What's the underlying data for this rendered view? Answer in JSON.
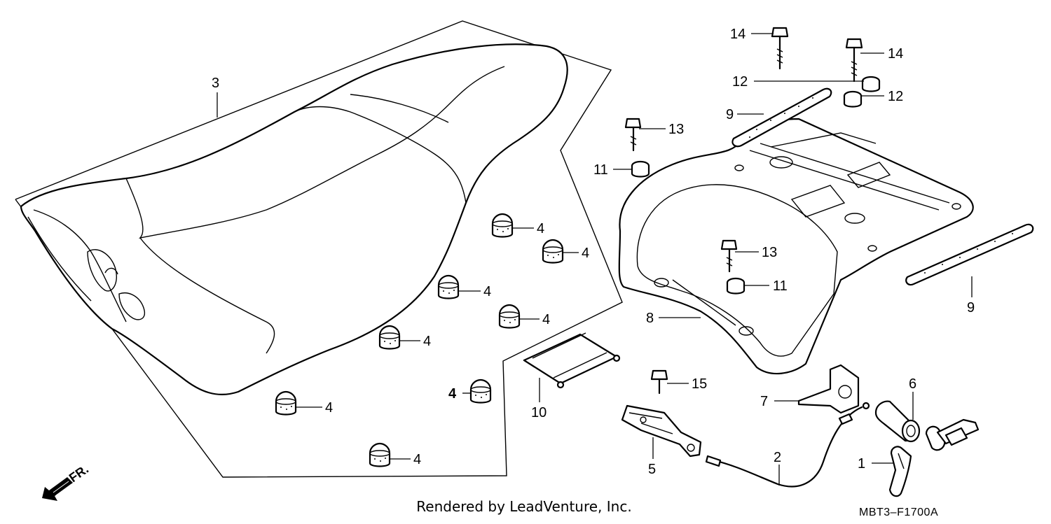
{
  "callouts": [
    {
      "id": "c3",
      "text": "3"
    },
    {
      "id": "c14a",
      "text": "14"
    },
    {
      "id": "c14b",
      "text": "14"
    },
    {
      "id": "c12a",
      "text": "12"
    },
    {
      "id": "c12b",
      "text": "12"
    },
    {
      "id": "c9a",
      "text": "9"
    },
    {
      "id": "c9b",
      "text": "9"
    },
    {
      "id": "c13a",
      "text": "13"
    },
    {
      "id": "c13b",
      "text": "13"
    },
    {
      "id": "c11a",
      "text": "11"
    },
    {
      "id": "c11b",
      "text": "11"
    },
    {
      "id": "c8",
      "text": "8"
    },
    {
      "id": "c4a",
      "text": "4"
    },
    {
      "id": "c4b",
      "text": "4"
    },
    {
      "id": "c4c",
      "text": "4"
    },
    {
      "id": "c4d",
      "text": "4"
    },
    {
      "id": "c4e",
      "text": "4"
    },
    {
      "id": "c4f",
      "text": "4"
    },
    {
      "id": "c4g",
      "text": "4"
    },
    {
      "id": "c4h",
      "text": "4"
    },
    {
      "id": "c10",
      "text": "10"
    },
    {
      "id": "c15",
      "text": "15"
    },
    {
      "id": "c7",
      "text": "7"
    },
    {
      "id": "c6",
      "text": "6"
    },
    {
      "id": "c5",
      "text": "5"
    },
    {
      "id": "c2",
      "text": "2"
    },
    {
      "id": "c1",
      "text": "1"
    }
  ],
  "direction_label": "FR.",
  "footer": {
    "credit": "Rendered by LeadVenture, Inc.",
    "diagram_code": "MBT3–F1700A"
  }
}
